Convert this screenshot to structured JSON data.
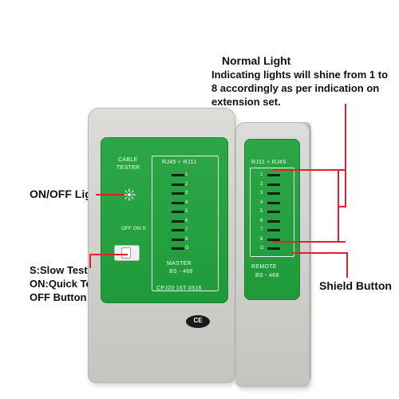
{
  "callouts": {
    "normal_light": {
      "title": "Normal Light",
      "body": "Indicating lights will shine from 1 to 8 accordingly as per indication on extension set."
    },
    "on_off_light": "ON/OFF Light",
    "switch_label": [
      "S:Slow Test",
      "ON:Quick Test",
      "OFF Button"
    ],
    "shield_button": "Shield Button"
  },
  "master": {
    "brand_line1": "CABLE",
    "brand_line2": "TESTER",
    "port_label": "RJ45 + RJ11",
    "switch_text": "OFF ON S",
    "unit_name": "MASTER",
    "standard": "BS - 468",
    "serial": "CPJ20 16T 0318",
    "led_labels": [
      "1",
      "2",
      "3",
      "4",
      "5",
      "6",
      "7",
      "8",
      "G"
    ],
    "ce_mark": "CE"
  },
  "remote": {
    "port_label": "RJ11 + RJ45",
    "unit_name": "REMOTE",
    "standard": "BS - 468",
    "led_labels": [
      "1",
      "2",
      "3",
      "4",
      "5",
      "6",
      "7",
      "8",
      "G"
    ]
  },
  "colors": {
    "panel_green": "#25a040",
    "leader_red": "#e0202a",
    "housing_grey": "#cfcfcb"
  }
}
